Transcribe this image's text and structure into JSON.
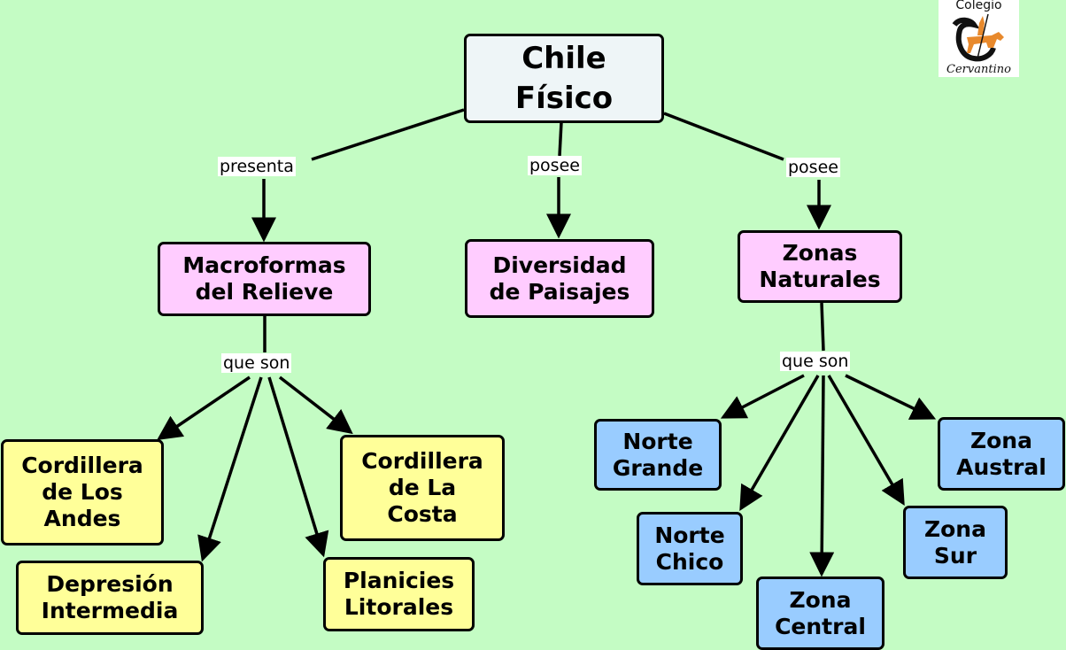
{
  "logo": {
    "line1": "Colegio",
    "line2": "Cervantino",
    "emblem": "horse-rider-emblem",
    "accent_color": "#e8892c"
  },
  "colors": {
    "background": "#c4fcc4",
    "root": "#eef5f7",
    "level1": "#ffccff",
    "relieve": "#ffff99",
    "zonas": "#99ccff"
  },
  "root": {
    "label": "Chile\nFísico"
  },
  "links": {
    "presenta": "presenta",
    "posee_1": "posee",
    "posee_2": "posee",
    "que_son_1": "que son",
    "que_son_2": "que son"
  },
  "level1": {
    "macroformas": "Macroformas\ndel Relieve",
    "diversidad": "Diversidad\nde Paisajes",
    "zonas": "Zonas\nNaturales"
  },
  "relieve": [
    "Cordillera\nde Los\nAndes",
    "Depresión\nIntermedia",
    "Planicies\nLitorales",
    "Cordillera\nde La\nCosta"
  ],
  "zonas": [
    "Norte\nGrande",
    "Norte\nChico",
    "Zona\nCentral",
    "Zona\nSur",
    "Zona\nAustral"
  ]
}
